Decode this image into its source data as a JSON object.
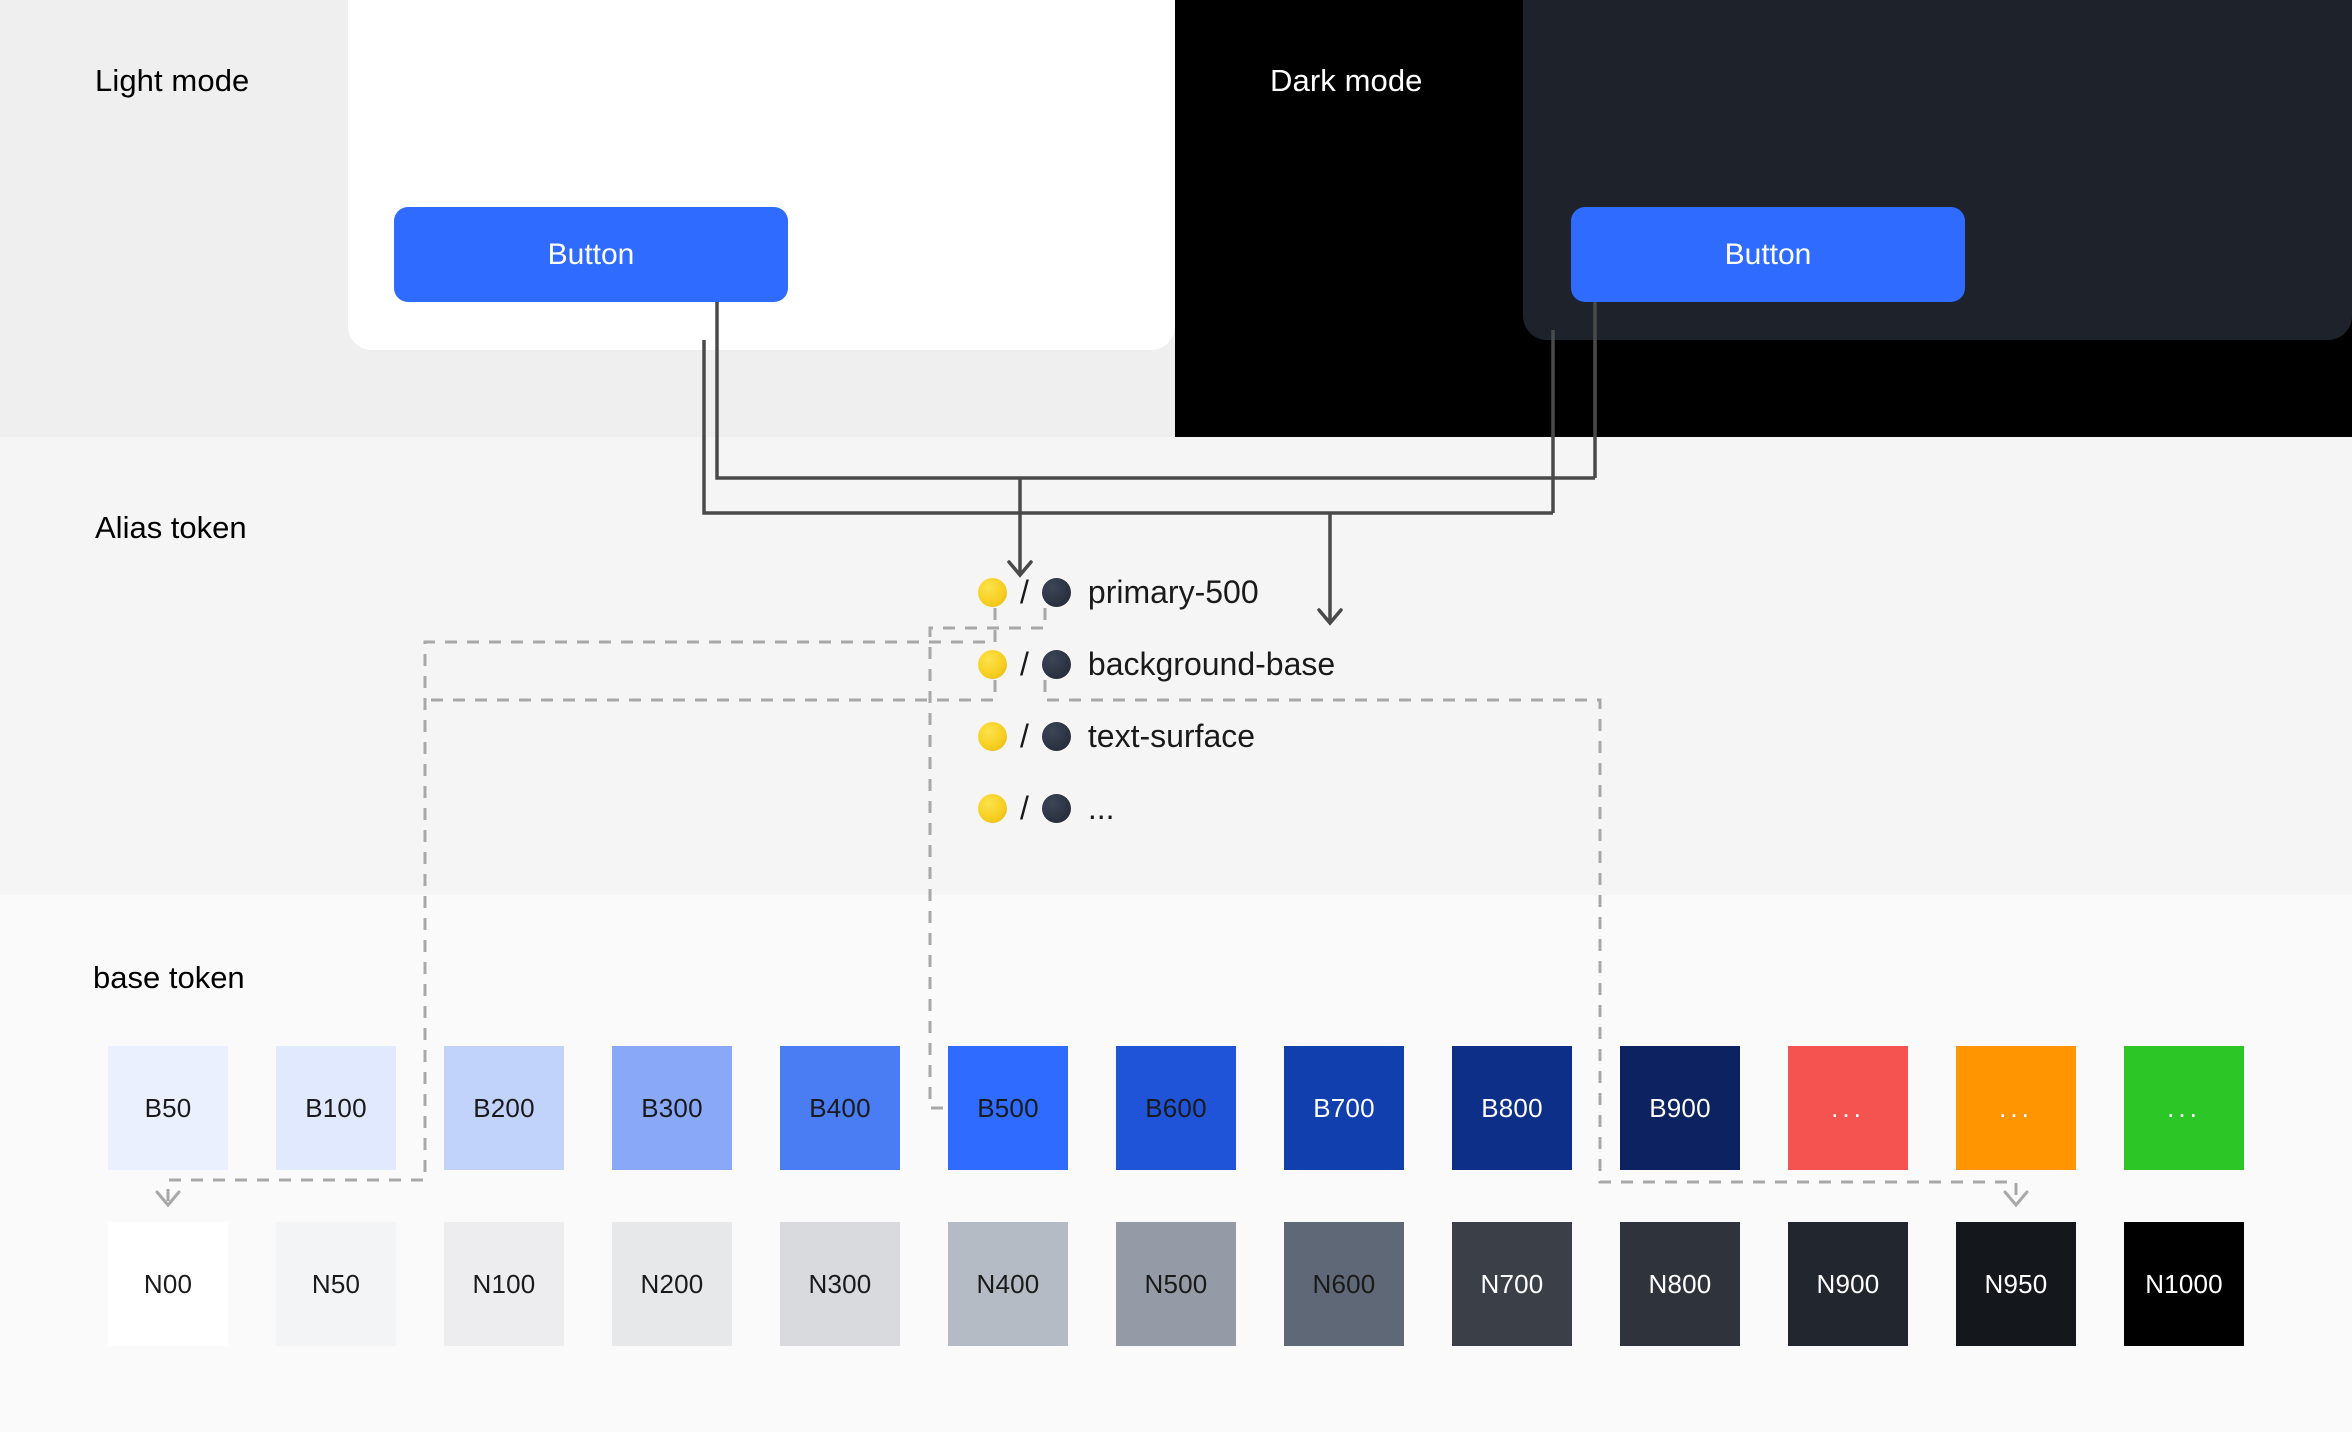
{
  "modes": {
    "light": {
      "label": "Light mode",
      "button_label": "Button",
      "card_color": "#ffffff",
      "button_color": "#2f6bff"
    },
    "dark": {
      "label": "Dark mode",
      "button_label": "Button",
      "panel_color": "#000000",
      "card_color": "#1e222a",
      "button_color": "#2f6bff"
    }
  },
  "sections": {
    "alias_title": "Alias token",
    "base_title": "base token"
  },
  "alias_tokens": [
    {
      "light_icon": "full-moon-icon",
      "separator": "/",
      "dark_icon": "new-moon-icon",
      "name": "primary-500"
    },
    {
      "light_icon": "full-moon-icon",
      "separator": "/",
      "dark_icon": "new-moon-icon",
      "name": "background-base"
    },
    {
      "light_icon": "full-moon-icon",
      "separator": "/",
      "dark_icon": "new-moon-icon",
      "name": "text-surface"
    },
    {
      "light_icon": "full-moon-icon",
      "separator": "/",
      "dark_icon": "new-moon-icon",
      "name": "..."
    }
  ],
  "base_tokens": {
    "blue_row": [
      {
        "label": "B50",
        "color": "#eaf0fe",
        "text_color": "#1a1a1a"
      },
      {
        "label": "B100",
        "color": "#e0e9fd",
        "text_color": "#1a1a1a"
      },
      {
        "label": "B200",
        "color": "#c1d2fb",
        "text_color": "#1a1a1a"
      },
      {
        "label": "B300",
        "color": "#89a9f8",
        "text_color": "#1a1a1a"
      },
      {
        "label": "B400",
        "color": "#4a7cf4",
        "text_color": "#1a1a1a"
      },
      {
        "label": "B500",
        "color": "#2f6bff",
        "text_color": "#1a1a1a"
      },
      {
        "label": "B600",
        "color": "#1f54d8",
        "text_color": "#1a1a1a"
      },
      {
        "label": "B700",
        "color": "#123fae",
        "text_color": "#ffffff"
      },
      {
        "label": "B800",
        "color": "#0d2f88",
        "text_color": "#ffffff"
      },
      {
        "label": "B900",
        "color": "#0d2260",
        "text_color": "#ffffff"
      },
      {
        "label": "...",
        "color": "#f4534f",
        "text_color": "#ffffff"
      },
      {
        "label": "...",
        "color": "#ff9500",
        "text_color": "#ffffff"
      },
      {
        "label": "...",
        "color": "#2cc626",
        "text_color": "#ffffff"
      }
    ],
    "neutral_row": [
      {
        "label": "N00",
        "color": "#ffffff",
        "text_color": "#1a1a1a"
      },
      {
        "label": "N50",
        "color": "#f3f4f6",
        "text_color": "#1a1a1a"
      },
      {
        "label": "N100",
        "color": "#ededef",
        "text_color": "#1a1a1a"
      },
      {
        "label": "N200",
        "color": "#e7e8ea",
        "text_color": "#1a1a1a"
      },
      {
        "label": "N300",
        "color": "#d8dade",
        "text_color": "#1a1a1a"
      },
      {
        "label": "N400",
        "color": "#b5bbc4",
        "text_color": "#1a1a1a"
      },
      {
        "label": "N500",
        "color": "#949ba7",
        "text_color": "#1a1a1a"
      },
      {
        "label": "N600",
        "color": "#5e6876",
        "text_color": "#1a1a1a"
      },
      {
        "label": "N700",
        "color": "#3a3f48",
        "text_color": "#ffffff"
      },
      {
        "label": "N800",
        "color": "#2e333c",
        "text_color": "#ffffff"
      },
      {
        "label": "N900",
        "color": "#22262e",
        "text_color": "#ffffff"
      },
      {
        "label": "N950",
        "color": "#14171c",
        "text_color": "#ffffff"
      },
      {
        "label": "N1000",
        "color": "#000000",
        "text_color": "#ffffff"
      }
    ]
  },
  "connectors": {
    "solid_color": "#4a4a4a",
    "dashed_color": "#a8a8a8",
    "solid_links": [
      {
        "from": "light-button",
        "to": "primary-500"
      },
      {
        "from": "light-card",
        "to": "background-base"
      },
      {
        "from": "dark-button",
        "to": "primary-500"
      },
      {
        "from": "dark-card",
        "to": "background-base"
      }
    ],
    "dashed_links": [
      {
        "from": "primary-500",
        "to": "B500"
      },
      {
        "from": "primary-500",
        "to": "N00"
      },
      {
        "from": "background-base",
        "to": "N00"
      },
      {
        "from": "background-base",
        "to": "N950"
      }
    ]
  }
}
